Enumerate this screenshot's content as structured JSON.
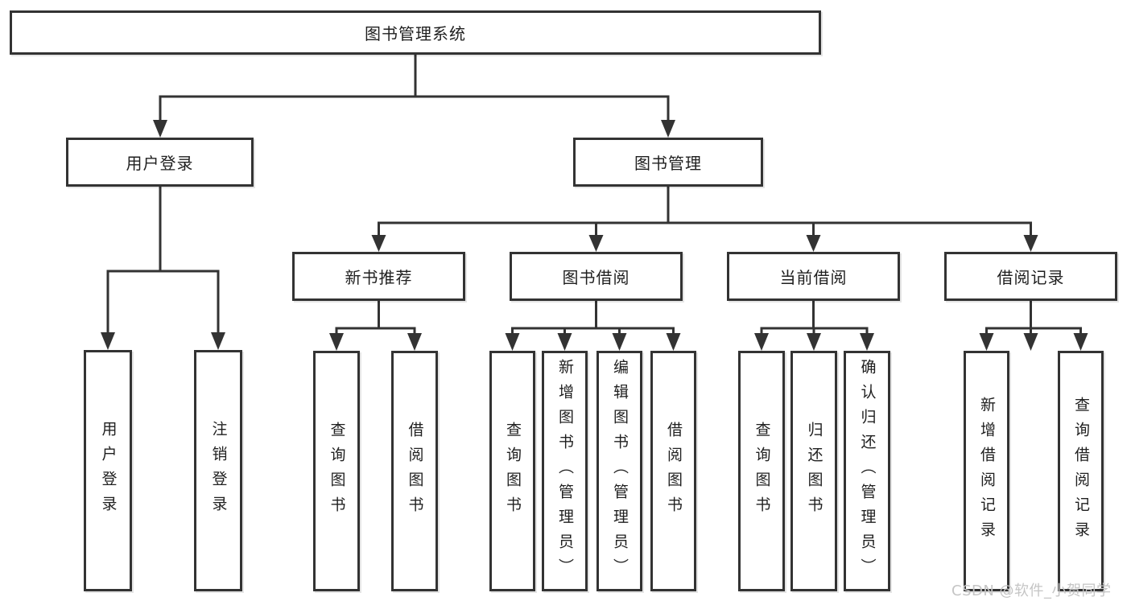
{
  "diagram": {
    "root": {
      "label": "图书管理系统"
    },
    "branches": {
      "user_login": {
        "label": "用户登录",
        "children": {
          "login": "用户登录",
          "logout": "注销登录"
        }
      },
      "book_mgmt": {
        "label": "图书管理",
        "children": {
          "new_book_rec": {
            "label": "新书推荐",
            "children": {
              "query": "查询图书",
              "borrow": "借阅图书"
            }
          },
          "book_borrow": {
            "label": "图书借阅",
            "children": {
              "query": "查询图书",
              "add": "新增图书（管理员）",
              "edit": "编辑图书（管理员）",
              "borrow": "借阅图书"
            }
          },
          "current_borrow": {
            "label": "当前借阅",
            "children": {
              "query": "查询图书",
              "return": "归还图书",
              "confirm": "确认归还（管理员）"
            }
          },
          "borrow_records": {
            "label": "借阅记录",
            "children": {
              "add": "新增借阅记录",
              "query": "查询借阅记录"
            }
          }
        }
      }
    }
  },
  "watermark": {
    "text": "CSDN @软件_小贺同学"
  },
  "colors": {
    "line": "#333333",
    "border": "#333333",
    "text": "#1f1f1f",
    "box_bg": "#ffffff",
    "watermark": "#c5c5c5",
    "background": "#ffffff"
  }
}
